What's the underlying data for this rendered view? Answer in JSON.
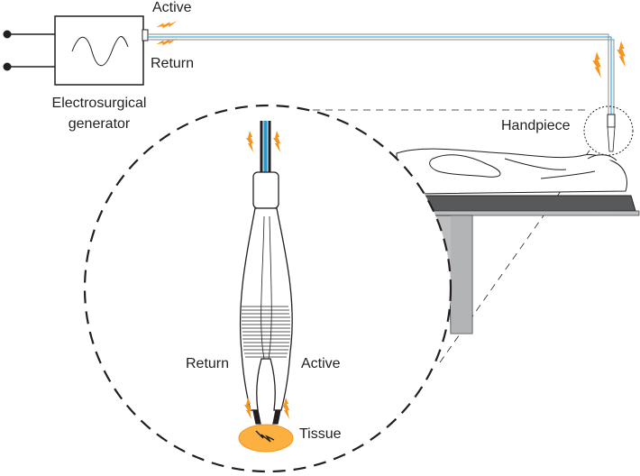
{
  "labels": {
    "generator_line1": "Electrosurgical",
    "generator_line2": "generator",
    "active_top": "Active",
    "return_top": "Return",
    "handpiece": "Handpiece",
    "return_detail": "Return",
    "active_detail": "Active",
    "tissue": "Tissue"
  },
  "colors": {
    "line": "#231f20",
    "spark": "#f7941d",
    "cable_blue": "#1e9ad6",
    "tissue": "#fbb040",
    "table_top": "#58595b",
    "table_leg": "#bcbec0"
  },
  "icons": {
    "waveform": "sine-wave-icon",
    "spark": "lightning-bolt-icon",
    "terminal": "connection-terminal-icon"
  }
}
